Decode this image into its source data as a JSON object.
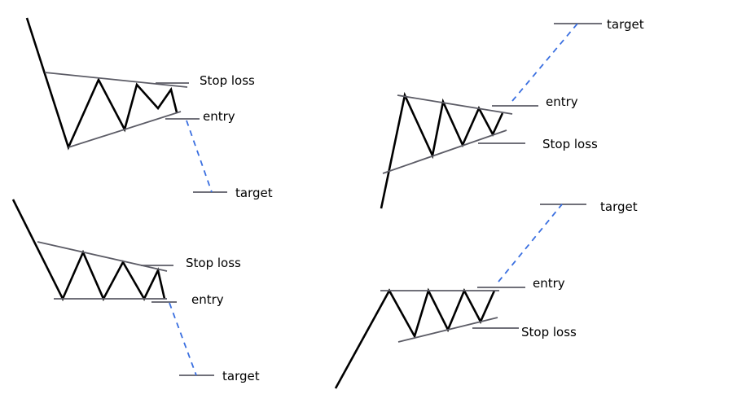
{
  "colors": {
    "price": "#000000",
    "trendline": "#5c5c66",
    "projection": "#3a6fe0",
    "text": "#000000"
  },
  "patterns": [
    {
      "id": "top-left",
      "labels": {
        "stop_loss": "Stop loss",
        "entry": "entry",
        "target": "target"
      }
    },
    {
      "id": "bottom-left",
      "labels": {
        "stop_loss": "Stop loss",
        "entry": "entry",
        "target": "target"
      }
    },
    {
      "id": "top-right",
      "labels": {
        "target": "target",
        "entry": "entry",
        "stop_loss": "Stop loss"
      }
    },
    {
      "id": "bottom-right",
      "labels": {
        "target": "target",
        "entry": "entry",
        "stop_loss": "Stop loss"
      }
    }
  ]
}
